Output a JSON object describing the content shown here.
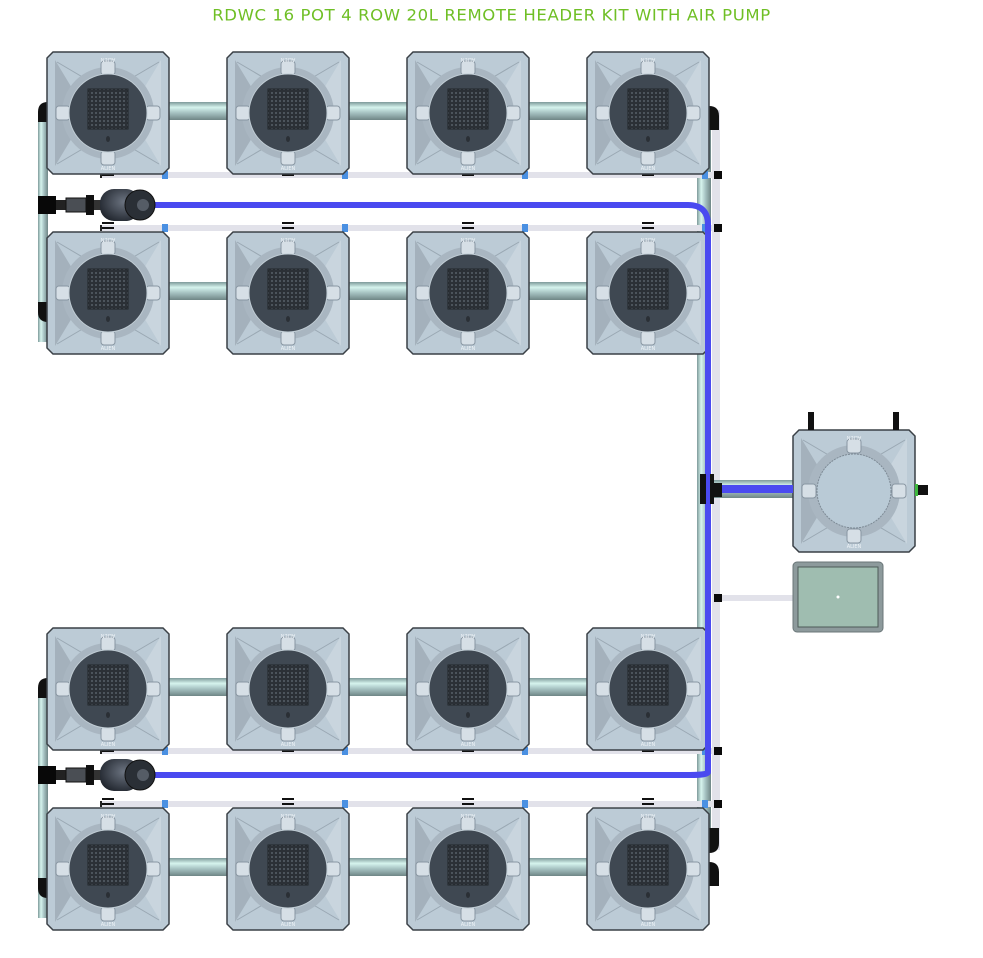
{
  "title": "RDWC 16 POT 4 ROW 20L REMOTE HEADER KIT WITH AIR PUMP",
  "kit": {
    "pot_count": 16,
    "row_count": 4,
    "pots_per_row": 4,
    "volume": "20L",
    "header": "Remote Header",
    "air_pump": true
  },
  "pot_label": "ALIEN",
  "rows": [
    {
      "name": "row-1",
      "pots": 4
    },
    {
      "name": "row-2",
      "pots": 4
    },
    {
      "name": "row-3",
      "pots": 4
    },
    {
      "name": "row-4",
      "pots": 4
    }
  ],
  "components": {
    "header_tank": "header-tank",
    "air_pump": "air-pump",
    "water_pumps": 2,
    "return_manifold": "return-manifold",
    "air_line": "air-line"
  },
  "colors": {
    "title": "#6fbf25",
    "water_line": "#4a4af0",
    "pipe": "#a9c6c6",
    "air_tube": "#e2e2ea",
    "pot_body": "#bccbd6",
    "pot_lid": "#3f4852",
    "air_pump_body": "#9fbdb0",
    "connector": "#0a0a0a",
    "grommet": "#4a90e2"
  }
}
